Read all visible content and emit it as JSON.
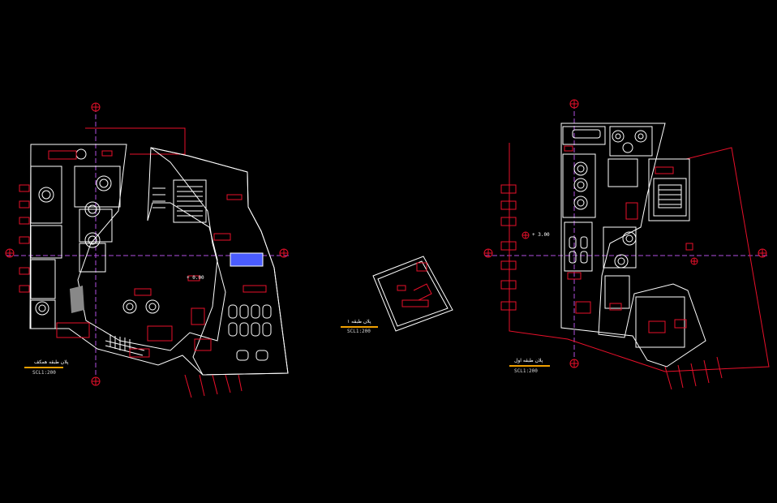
{
  "colors": {
    "background": "#000000",
    "outline": "#ffffff",
    "detail": "#e8102a",
    "axis": "#b050e0",
    "caption_underline": "#f0a000",
    "pool": "#4a5cff"
  },
  "drawing_1": {
    "title": "پلان طبقه همکف",
    "scale": "SCL1:200"
  },
  "drawing_2": {
    "title": "پلان طبقه ۱",
    "scale": "SCL1:200"
  },
  "drawing_3": {
    "title": "پلان طبقه اول",
    "scale": "SCL1:200"
  },
  "level_marks": {
    "left": "+ 0.00",
    "right": "+ 3.00"
  }
}
